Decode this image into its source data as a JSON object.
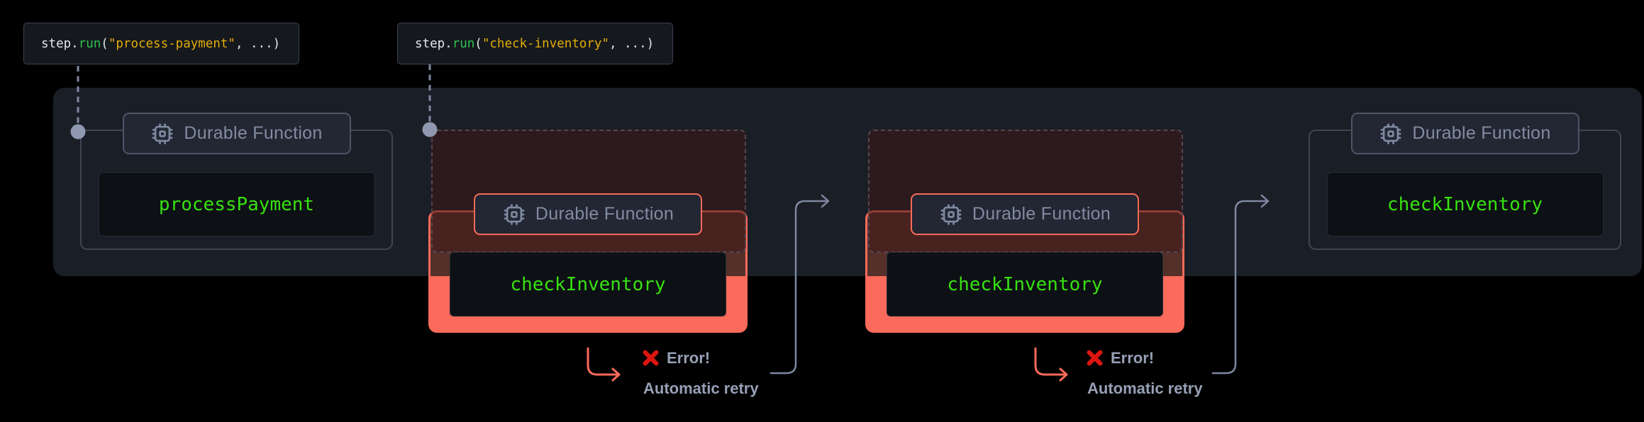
{
  "colors": {
    "background": "#000000",
    "container_bg": "#1a1e26",
    "box_border": "#3e4553",
    "badge_bg": "#222733",
    "badge_border": "#4d5568",
    "badge_text": "#828ba1",
    "badge_icon": "#7f89a1",
    "inner_bg": "#0d1015",
    "inner_border": "#272c36",
    "fn_green": "#37e20f",
    "code_bg": "#15181d",
    "code_border": "#3a4150",
    "code_fg": "#e3e7ee",
    "code_green": "#2fc050",
    "code_gold": "#e3ad08",
    "salmon": "#fb6a5a",
    "salmon_dim": "#553029",
    "ghost_border": "#554751",
    "ghost_bg": "rgba(62,24,24,0.55)",
    "connector": "#7e88a2",
    "dot": "#8f98b0",
    "error_text": "#96a0b5",
    "error_x": "#dd1511"
  },
  "code_snippets": [
    {
      "tokens": [
        {
          "text": "step."
        },
        {
          "text": "run"
        },
        {
          "text": "("
        },
        {
          "text": "\"process-payment\""
        },
        {
          "text": ", ...)"
        }
      ]
    },
    {
      "tokens": [
        {
          "text": "step."
        },
        {
          "text": "run"
        },
        {
          "text": "("
        },
        {
          "text": "\"check-inventory\""
        },
        {
          "text": ", ...)"
        }
      ]
    }
  ],
  "diagram": {
    "functions": [
      {
        "badge_label": "Durable Function",
        "function_name": "processPayment",
        "status": "success"
      },
      {
        "badge_label": "Durable Function",
        "function_name": "checkInventory",
        "status": "failed"
      },
      {
        "badge_label": "Durable Function",
        "function_name": "checkInventory",
        "status": "failed"
      },
      {
        "badge_label": "Durable Function",
        "function_name": "checkInventory",
        "status": "success"
      }
    ],
    "retry_annotations": [
      {
        "error_label": "Error!",
        "retry_label": "Automatic retry"
      },
      {
        "error_label": "Error!",
        "retry_label": "Automatic retry"
      }
    ]
  }
}
